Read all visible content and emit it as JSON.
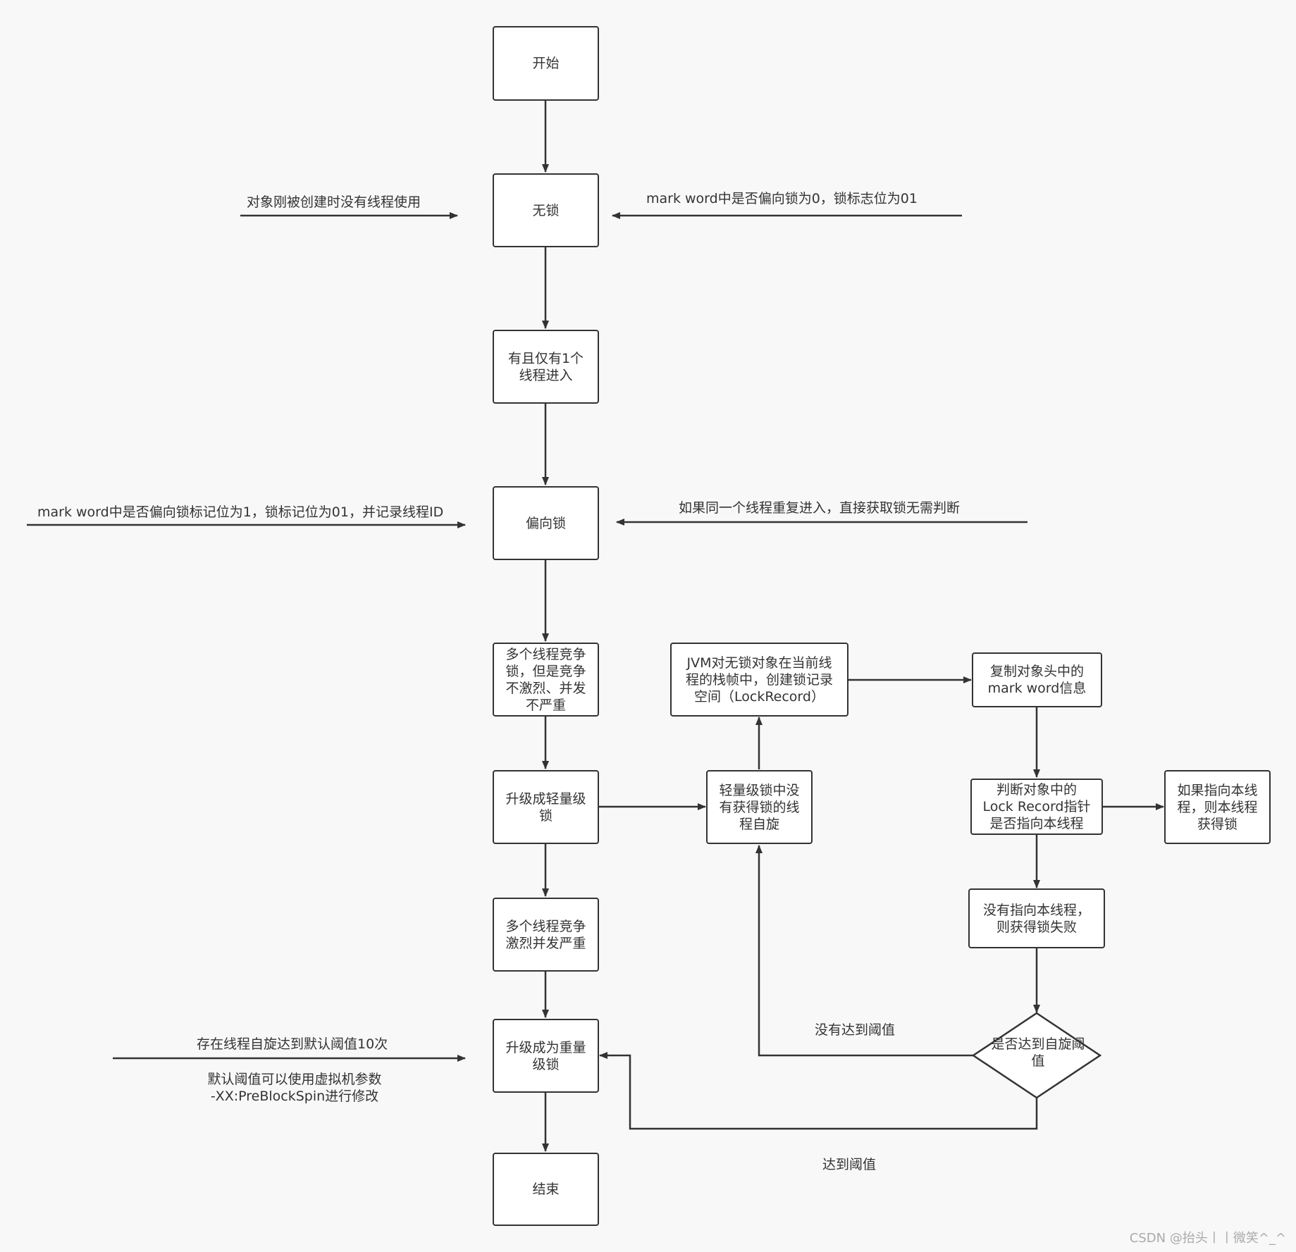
{
  "nodes": {
    "start": "开始",
    "nolock": "无锁",
    "single_thread": "有且仅有1个\n线程进入",
    "biased": "偏向锁",
    "mild_contention": "多个线程竞争\n锁，但是竞争\n不激烈、并发\n不严重",
    "lightweight": "升级成轻量级\n锁",
    "heavy_contention": "多个线程竞争\n激烈并发严重",
    "heavyweight": "升级成为重量\n级锁",
    "end": "结束",
    "spin": "轻量级锁中没\n有获得锁的线\n程自旋",
    "jvm_record": "JVM对无锁对象在当前线\n程的栈帧中，创建锁记录\n空间（LockRecord）",
    "copy_header": "复制对象头中的\nmark word信息",
    "check_pointer": "判断对象中的\nLock Record指针\n是否指向本线程",
    "acquire": "如果指向本线\n程，则本线程\n获得锁",
    "fail": "没有指向本线程，\n则获得锁失败",
    "threshold_check": "是否达到自旋阈\n值"
  },
  "labels": {
    "nolock_left": "对象刚被创建时没有线程使用",
    "nolock_right": "mark word中是否偏向锁为0，锁标志位为01",
    "biased_left": "mark word中是否偏向锁标记位为1，锁标记位为01，并记录线程ID",
    "biased_right": "如果同一个线程重复进入，直接获取锁无需判断",
    "heavy_left": "存在线程自旋达到默认阈值10次",
    "heavy_left_note": "默认阈值可以使用虚拟机参数\n-XX:PreBlockSpin进行修改",
    "not_reached": "没有达到阈值",
    "reached": "达到阈值"
  },
  "watermark": "CSDN @抬头丨丨微笑^_^"
}
